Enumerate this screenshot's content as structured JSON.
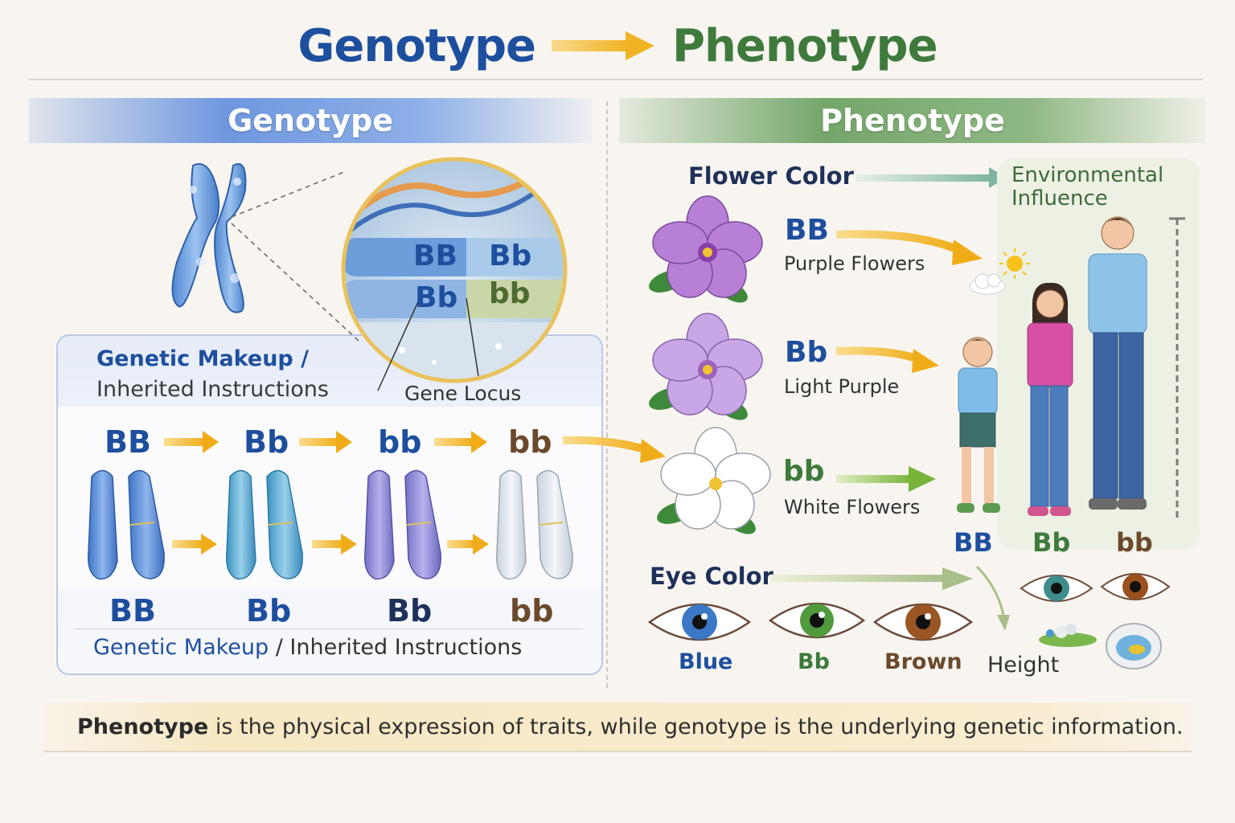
{
  "header": {
    "left_word": "Genotype",
    "right_word": "Phenotype"
  },
  "genotype_section": {
    "heading": "Genotype",
    "zoom_alleles": [
      "BB",
      "Bb",
      "Bb",
      "bb"
    ],
    "gene_locus_label": "Gene Locus",
    "makeup_line1": "Genetic Makeup /",
    "makeup_line2": "Inherited Instructions",
    "top_row": [
      "BB",
      "Bb",
      "bb",
      "bb"
    ],
    "bottom_row": [
      "BB",
      "Bb",
      "Bb",
      "bb"
    ],
    "bottom_caption_a": "Genetic Makeup",
    "bottom_caption_b": " / Inherited Instructions",
    "colors": {
      "blue": "#1e4f9e",
      "brown": "#6b4a2c",
      "chromo_blue": "#5b8ed8",
      "chromo_purple": "#8a86d4",
      "chromo_white": "#dfe6ee"
    }
  },
  "phenotype_section": {
    "heading": "Phenotype",
    "flower_color_label": "Flower Color",
    "environment_line1": "Environmental",
    "environment_line2": "Influence",
    "flowers": [
      {
        "genotype": "BB",
        "trait": "Purple Flowers",
        "petal_color": "#b77fd6"
      },
      {
        "genotype": "Bb",
        "trait": "Light Purple",
        "petal_color": "#c9a6e6"
      },
      {
        "genotype": "bb",
        "trait": "White Flowers",
        "petal_color": "#ffffff"
      }
    ],
    "children_genotypes": [
      "BB",
      "Bb",
      "bb"
    ],
    "eye_color_label": "Eye Color",
    "eyes": [
      {
        "label": "Blue",
        "iris_color": "#3a78c6"
      },
      {
        "label": "Bb",
        "iris_color": "#4f9a3c"
      },
      {
        "label": "Brown",
        "iris_color": "#9a5524"
      }
    ],
    "height_label": "Height"
  },
  "footer": {
    "bold": "Phenotype",
    "rest": " is the physical expression of traits, while genotype is the underlying genetic information."
  }
}
